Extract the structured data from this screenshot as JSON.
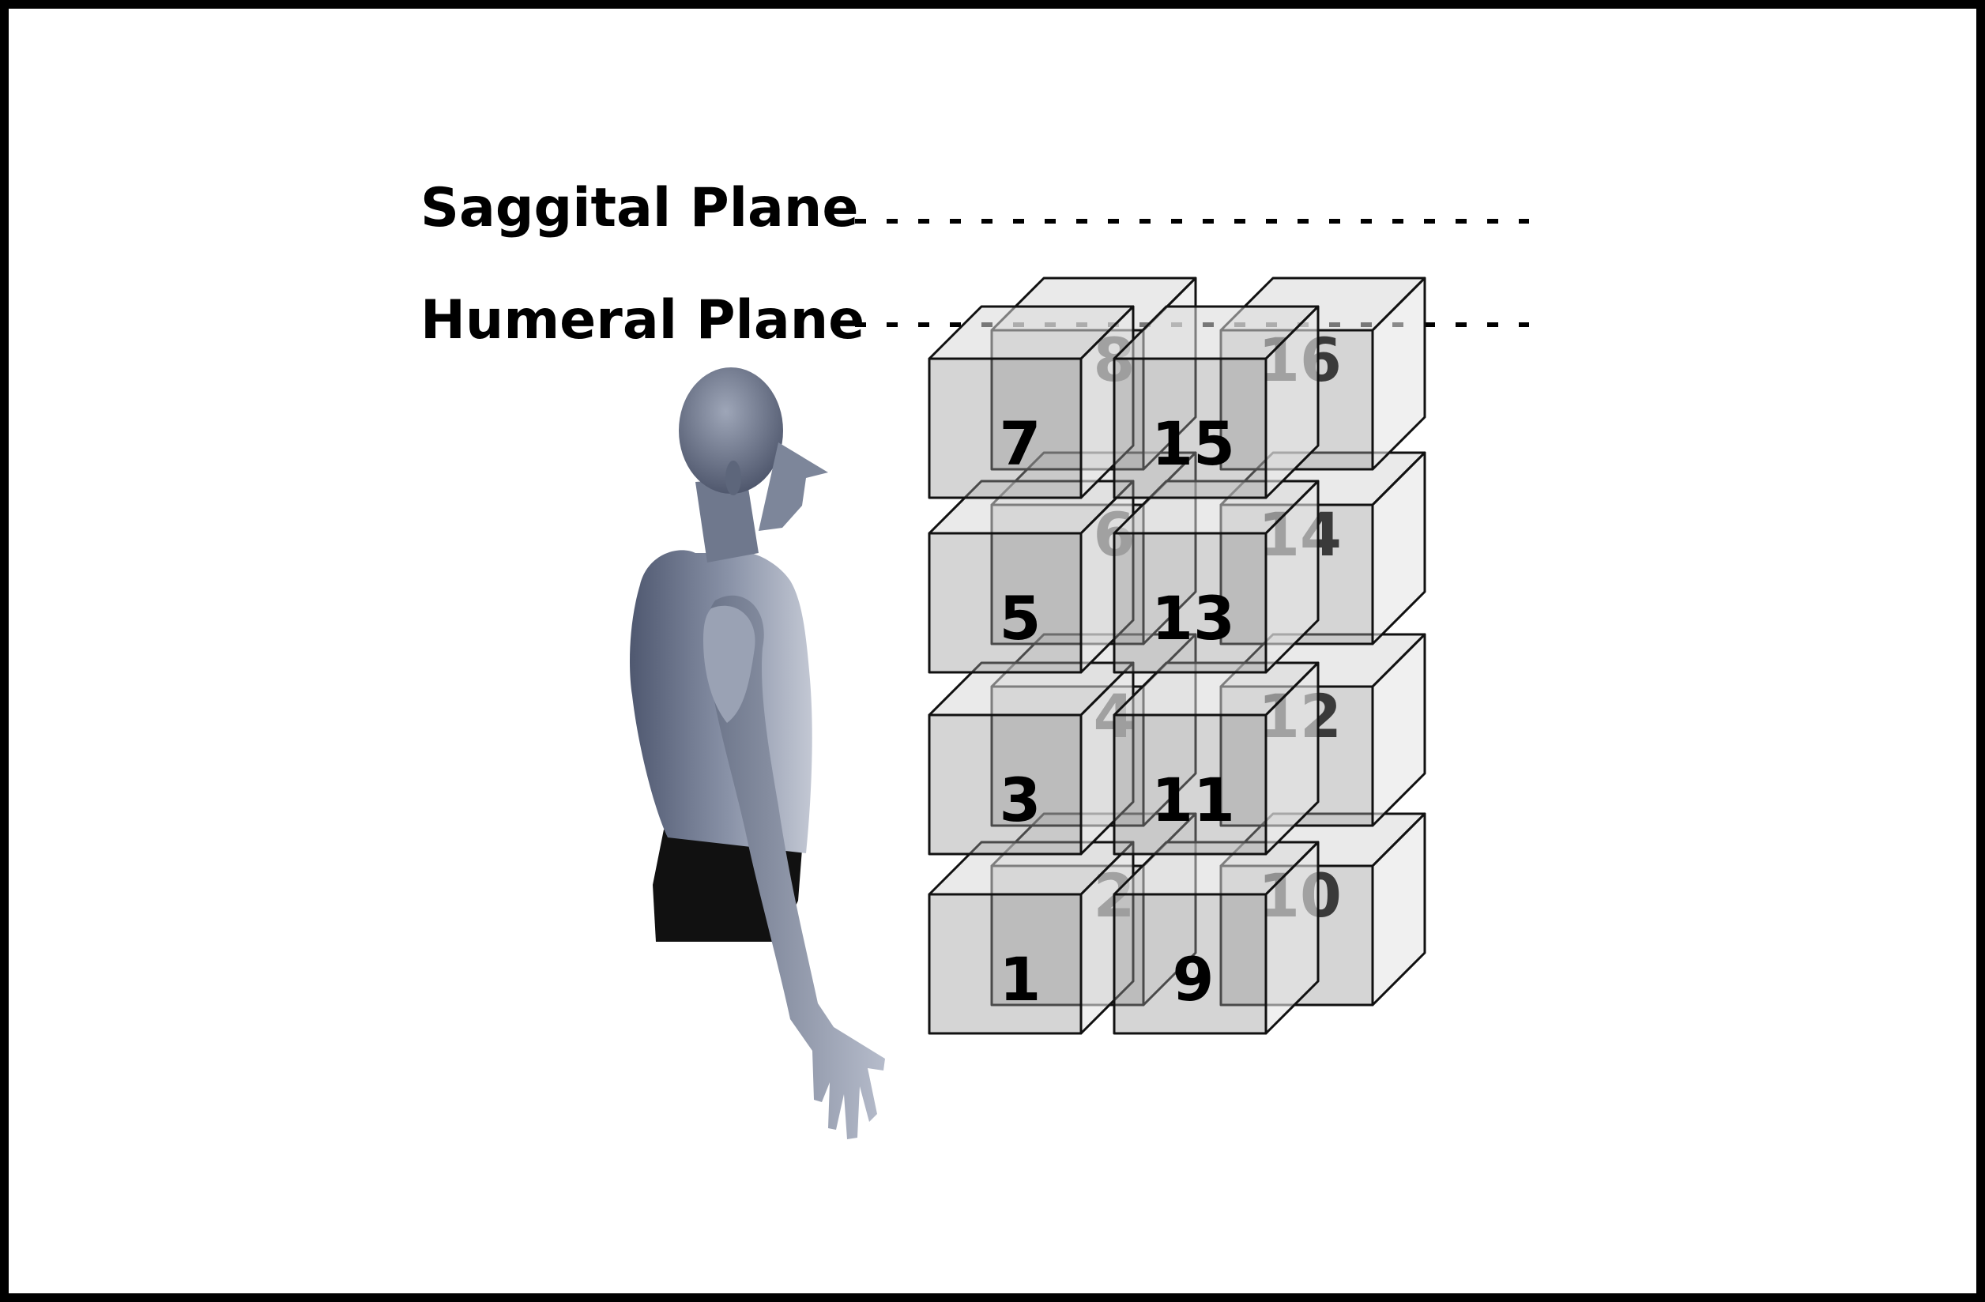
{
  "planes": {
    "saggital": "Saggital Plane",
    "humeral": "Humeral Plane"
  },
  "figure": {
    "icon": "human-torso-figure-icon",
    "skin_color": "#8a93a8",
    "shorts_color": "#111111"
  },
  "boxes": {
    "fill_color": "#9b9b9b",
    "labels": [
      "1",
      "2",
      "3",
      "4",
      "5",
      "6",
      "7",
      "8",
      "9",
      "10",
      "11",
      "12",
      "13",
      "14",
      "15",
      "16"
    ],
    "front_label_color": "#000000",
    "back_label_color": "#3a3a3a"
  }
}
